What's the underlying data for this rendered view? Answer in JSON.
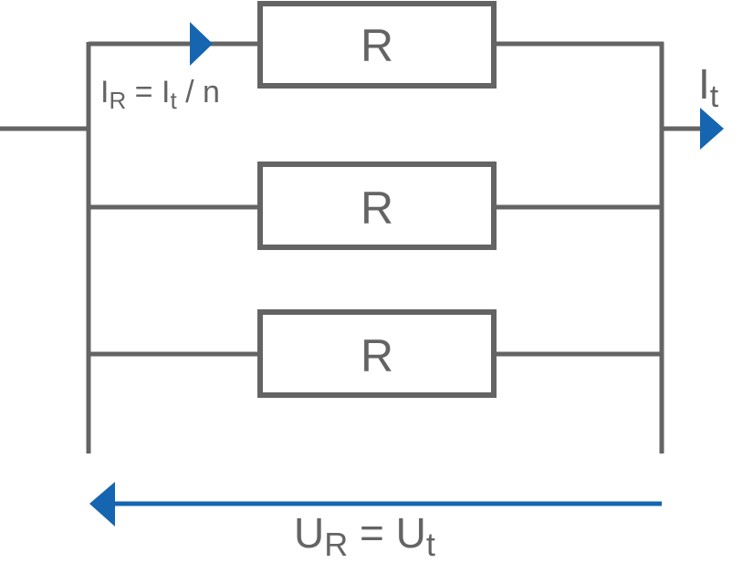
{
  "colors": {
    "wire": "#646464",
    "arrow": "#1565b0",
    "background": "#ffffff"
  },
  "resistors": [
    {
      "label": "R"
    },
    {
      "label": "R"
    },
    {
      "label": "R"
    }
  ],
  "branch_current": {
    "symbol": "I",
    "sub": "R",
    "rhs_symbol": "I",
    "rhs_sub": "t",
    "rhs_rest": " / n"
  },
  "total_current": {
    "symbol": "I",
    "sub": "t"
  },
  "voltage": {
    "symbol": "U",
    "sub": "R",
    "rhs_symbol": "U",
    "rhs_sub": "t"
  }
}
